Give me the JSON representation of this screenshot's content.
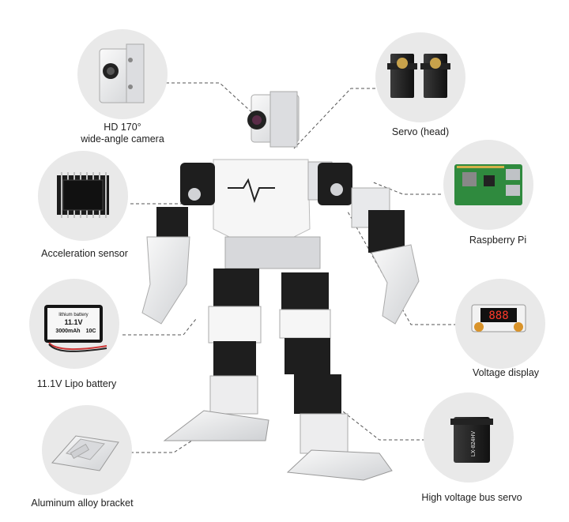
{
  "components": {
    "camera": {
      "line1": "HD 170°",
      "line2": "wide-angle camera",
      "icon": "camera-module-icon"
    },
    "servo_head": {
      "label": "Servo (head)",
      "icon": "servo-pair-icon"
    },
    "accel_sensor": {
      "label": "Acceleration sensor",
      "icon": "chip-icon"
    },
    "raspberry_pi": {
      "label": "Raspberry Pi",
      "icon": "circuit-board-icon"
    },
    "battery": {
      "label": "11.1V Lipo battery",
      "icon": "battery-icon",
      "print_brand": "lithium battery",
      "print_voltage": "11.1V",
      "print_capacity": "3000mAh",
      "print_rate": "10C"
    },
    "voltage_display": {
      "label": "Voltage display",
      "icon": "led-display-icon",
      "digits": "888"
    },
    "bracket": {
      "label": "Aluminum alloy bracket",
      "icon": "bracket-icon"
    },
    "bus_servo": {
      "label": "High voltage bus servo",
      "icon": "bus-servo-icon",
      "print_model": "LX-824HV"
    }
  },
  "colors": {
    "circle": "#e9e9e9",
    "leader_line": "#555555",
    "metal": "#e6e7e9",
    "servo": "#222222"
  }
}
